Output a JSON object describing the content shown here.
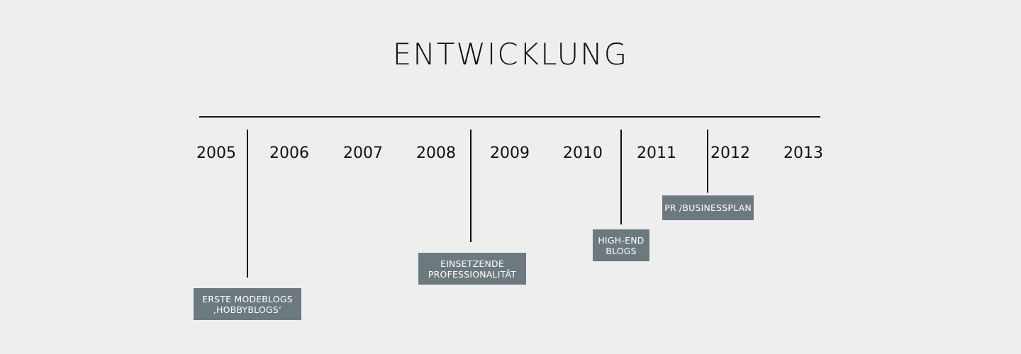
{
  "title": "ENTWICKLUNG",
  "years": [
    "2005",
    "2006",
    "2007",
    "2008",
    "2009",
    "2010",
    "2011",
    "2012",
    "2013"
  ],
  "events": [
    {
      "lines": [
        "ERSTE MODEBLOGS",
        "‚HOBBYBLOGS‘"
      ]
    },
    {
      "lines": [
        "EINSETZENDE",
        "PROFESSIONALITÄT"
      ]
    },
    {
      "lines": [
        "HIGH-END",
        "BLOGS"
      ]
    },
    {
      "lines": [
        "PR /BUSINESSPLAN"
      ]
    }
  ],
  "colors": {
    "background": "#eeeeee",
    "ink": "#111111",
    "box": "#6c7a80",
    "box_text": "#ffffff"
  }
}
